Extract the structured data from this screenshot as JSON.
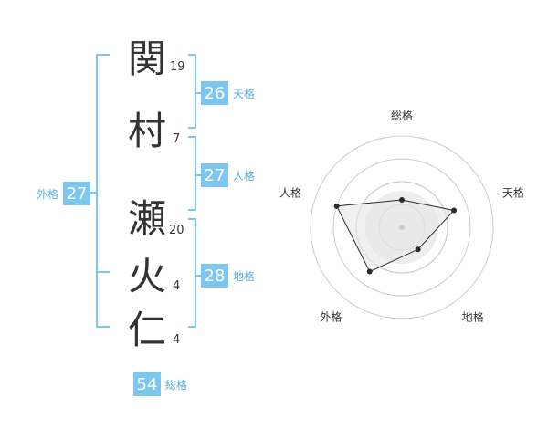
{
  "name": {
    "characters": [
      {
        "char": "関",
        "strokes": "19"
      },
      {
        "char": "村",
        "strokes": "7"
      },
      {
        "char": "瀬",
        "strokes": "20"
      },
      {
        "char": "火",
        "strokes": "4"
      },
      {
        "char": "仁",
        "strokes": "4"
      }
    ]
  },
  "fortunes": {
    "tenkaku": {
      "value": "26",
      "label": "天格"
    },
    "jinkaku": {
      "value": "27",
      "label": "人格"
    },
    "chikaku": {
      "value": "28",
      "label": "地格"
    },
    "gaikaku": {
      "value": "27",
      "label": "外格"
    },
    "soukaku": {
      "value": "54",
      "label": "総格"
    }
  },
  "chart_data": {
    "type": "radar",
    "axes": [
      "総格",
      "天格",
      "地格",
      "外格",
      "人格"
    ],
    "values": [
      0.3,
      0.6,
      0.3,
      0.6,
      0.75
    ],
    "rings": 4,
    "colors": {
      "accent": "#7cc6f0",
      "line": "#2a2a2a",
      "ring": "#cccccc",
      "fill": "#ebebeb"
    }
  }
}
